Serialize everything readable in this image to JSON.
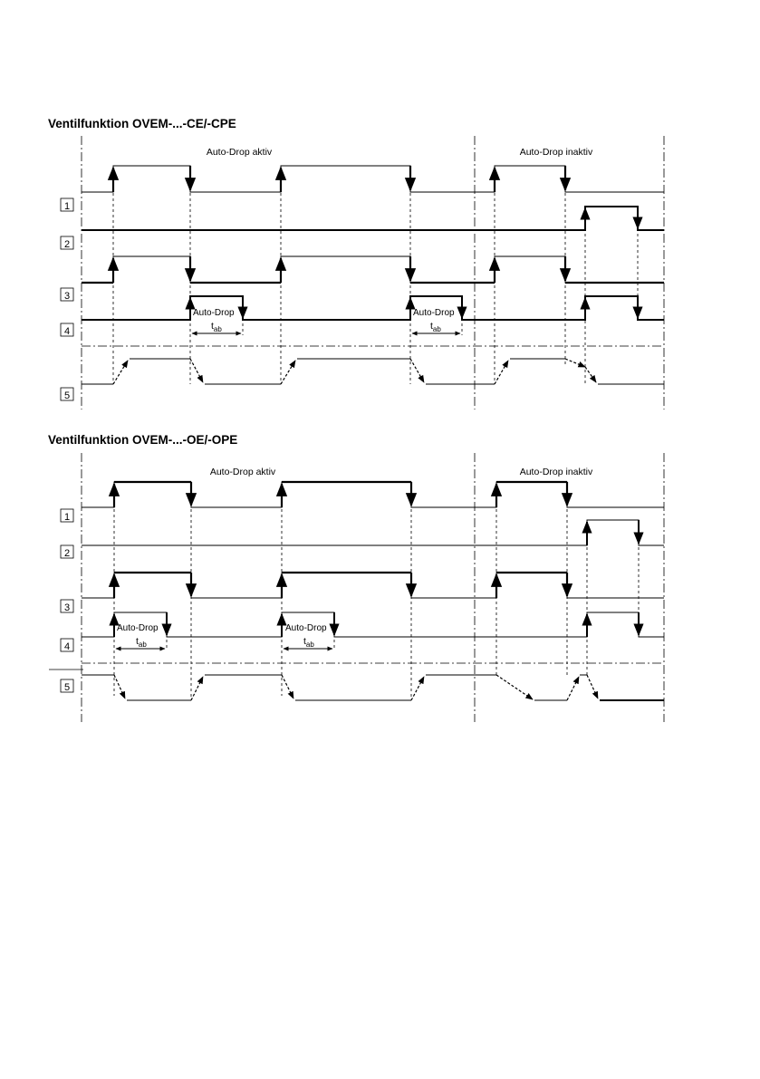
{
  "diagrams": [
    {
      "title": "Ventilfunktion OVEM-...-CE/-CPE",
      "phase_labels": [
        "Auto-Drop aktiv",
        "Auto-Drop inaktiv"
      ],
      "row_labels": [
        "1",
        "2",
        "3",
        "4",
        "5"
      ],
      "auto_drop_label": "Auto-Drop",
      "t_ab_main": "t",
      "t_ab_sub": "ab"
    },
    {
      "title": "Ventilfunktion OVEM-...-OE/-OPE",
      "phase_labels": [
        "Auto-Drop aktiv",
        "Auto-Drop inaktiv"
      ],
      "row_labels": [
        "1",
        "2",
        "3",
        "4",
        "5"
      ],
      "auto_drop_label": "Auto-Drop",
      "t_ab_main": "t",
      "t_ab_sub": "ab"
    }
  ]
}
